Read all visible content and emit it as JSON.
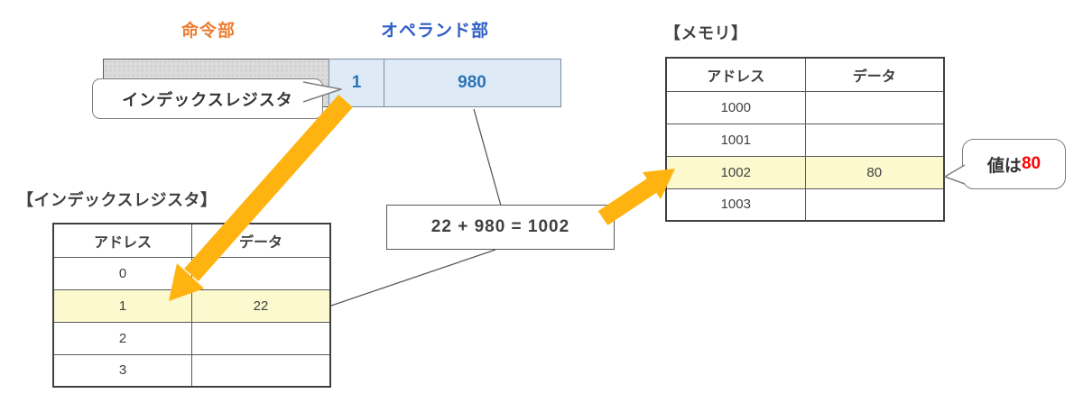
{
  "instruction": {
    "opcode_label": "命令部",
    "operand_label": "オペランド部",
    "index_field_value": "1",
    "operand_value": "980"
  },
  "callouts": {
    "index_register": "インデックスレジスタ",
    "value_prefix": "値は",
    "value_number": "80"
  },
  "calc_box": {
    "expression": "22 + 980 = 1002"
  },
  "memory": {
    "title": "【メモリ】",
    "columns": [
      "アドレス",
      "データ"
    ],
    "rows": [
      {
        "address": "1000",
        "data": "",
        "highlighted": false
      },
      {
        "address": "1001",
        "data": "",
        "highlighted": false
      },
      {
        "address": "1002",
        "data": "80",
        "highlighted": true
      },
      {
        "address": "1003",
        "data": "",
        "highlighted": false
      }
    ]
  },
  "index_register": {
    "title": "【インデックスレジスタ】",
    "columns": [
      "アドレス",
      "データ"
    ],
    "rows": [
      {
        "address": "0",
        "data": "",
        "highlighted": false
      },
      {
        "address": "1",
        "data": "22",
        "highlighted": true
      },
      {
        "address": "2",
        "data": "",
        "highlighted": false
      },
      {
        "address": "3",
        "data": "",
        "highlighted": false
      }
    ]
  },
  "colors": {
    "label_orange": "#ED7D31",
    "label_blue": "#2F5FC5",
    "value_blue": "#2E74B5",
    "cell_blue": "#DEEBF7",
    "highlight_yellow": "#FBF9CD",
    "arrow_orange": "#FFB310",
    "accent_red": "#FF0000"
  }
}
